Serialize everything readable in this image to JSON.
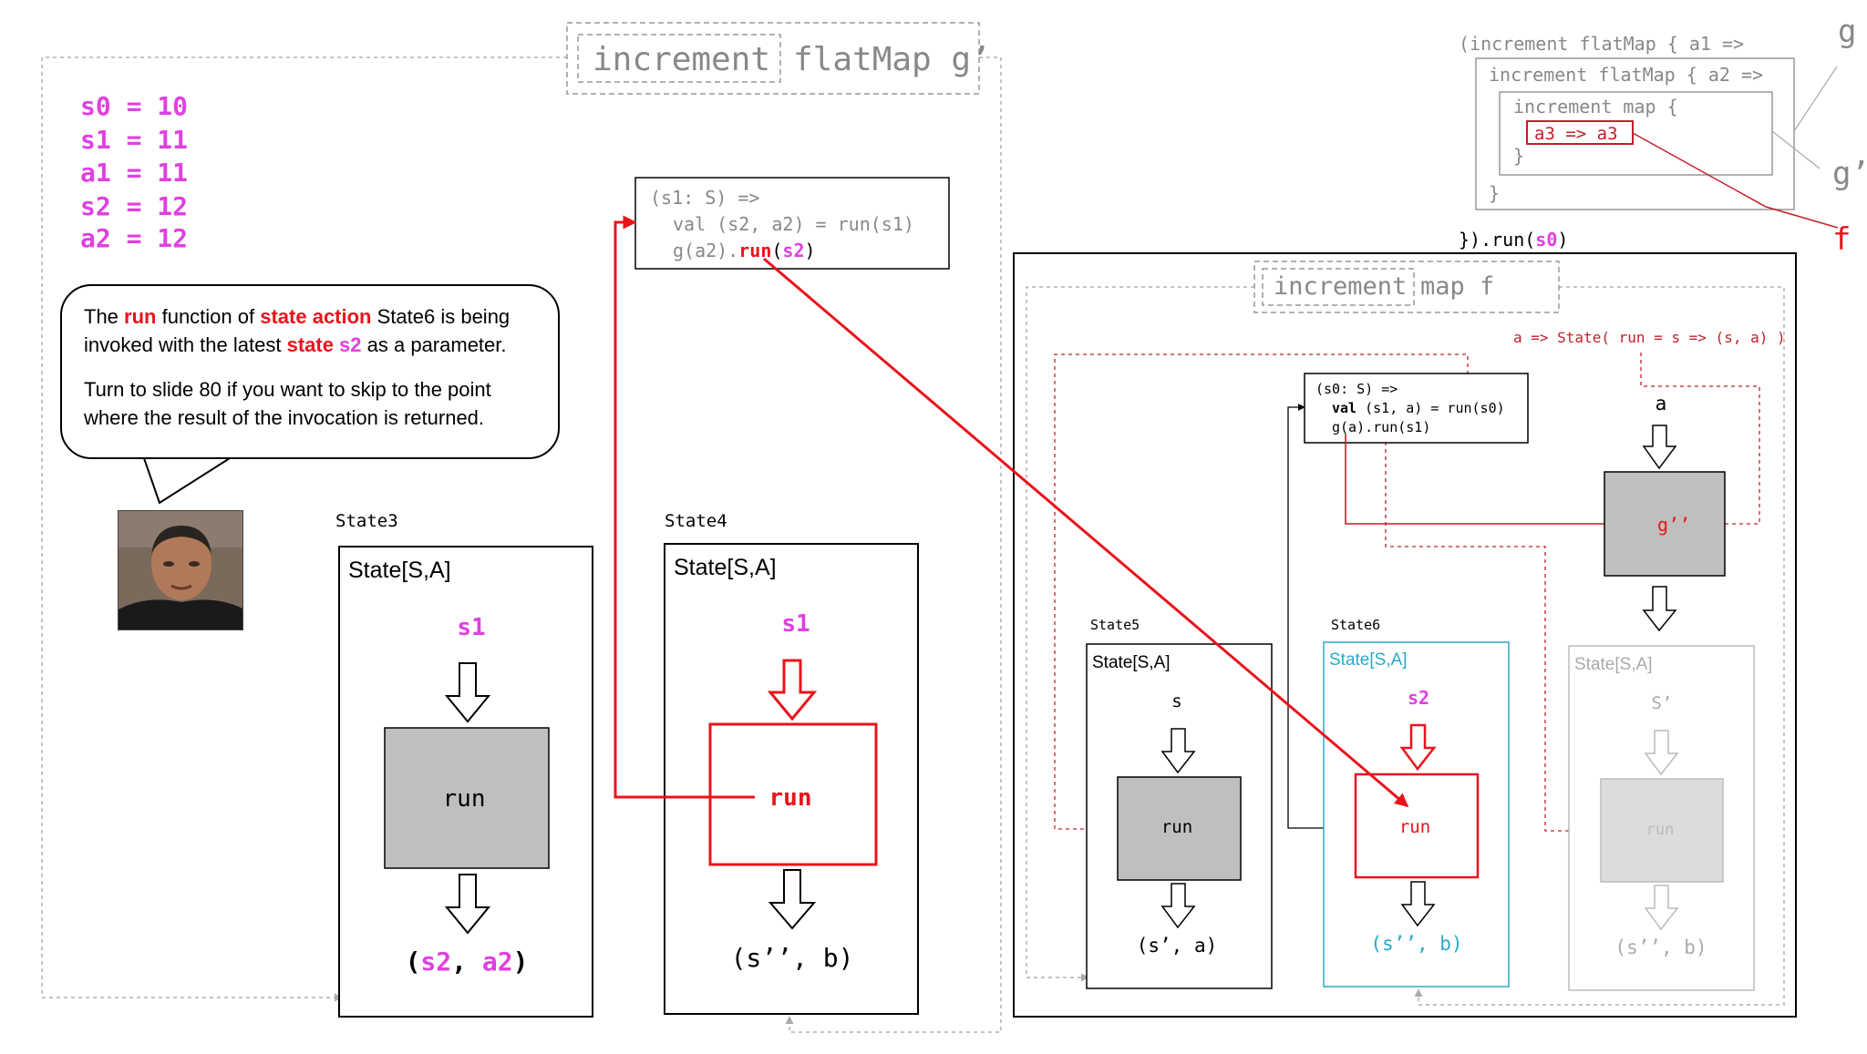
{
  "top_label": {
    "left": "increment",
    "right": "flatMap g’"
  },
  "variables": [
    {
      "line": "s0 = 10"
    },
    {
      "line": "s1 = 11"
    },
    {
      "line": "a1 = 11"
    },
    {
      "line": "s2 = 12"
    },
    {
      "line": "a2 = 12"
    }
  ],
  "bubble": {
    "p1_a": "The ",
    "p1_run": "run",
    "p1_b": " function of ",
    "p1_state_action": "state action",
    "p1_c": " State6 is being invoked with the latest ",
    "p1_state": "state",
    "p1_s2": " s2",
    "p1_d": " as a parameter.",
    "p2": "Turn to slide 80 if you want to skip to the point where the result of the invocation is returned."
  },
  "code_box": {
    "line1": "(s1: S) =>",
    "line2": "val (s2, a2) = run(s1)",
    "line3_a": "g(a2).",
    "line3_run": "run",
    "line3_paren_open": "(",
    "line3_s2": "s2",
    "line3_paren_close": ")"
  },
  "state3": {
    "caption": "State3",
    "title": "State[S,A]",
    "input": "s1",
    "fn": "run",
    "out_open": "(",
    "out_s": "s2",
    "out_comma": ", ",
    "out_a": "a2",
    "out_close": ")"
  },
  "state4": {
    "caption": "State4",
    "title": "State[S,A]",
    "input": "s1",
    "fn": "run",
    "output": "(s’’, b)"
  },
  "top_right_code": {
    "line1": "(increment flatMap { a1 =>",
    "line2": "increment flatMap { a2 =>",
    "line3": "increment map {",
    "line4": "a3 => a3",
    "line5": "}",
    "line6": "}",
    "line7_a": "}).run(",
    "line7_s0": "s0",
    "line7_b": ")",
    "label_g": "g",
    "label_g_prime": "g’",
    "label_f": "f"
  },
  "right_panel": {
    "label_left": "increment",
    "label_right": "map f",
    "lambda": "a => State( run = s => (s, a) )",
    "code1": "(s0: S) =>",
    "code2_kw": "val",
    "code2_rest": " (s1, a) = run(s0)",
    "code3": "g(a).run(s1)",
    "a_label": "a",
    "g_dprime": "g’’",
    "state5": {
      "caption": "State5",
      "title": "State[S,A]",
      "input": "s",
      "fn": "run",
      "output": "(s’, a)"
    },
    "state6": {
      "caption": "State6",
      "title": "State[S,A]",
      "input": "s2",
      "fn": "run",
      "output": "(s’’, b)"
    },
    "state7": {
      "title": "State[S,A]",
      "input": "S’",
      "fn": "run",
      "output": "(s’’, b)"
    }
  },
  "colors": {
    "red": "#e8141c",
    "magenta": "#e040e0",
    "teal": "#2aa9c9",
    "dark_red": "#c0202a",
    "gray_box": "#bfbfbf",
    "light_gray": "#b0b0b0"
  }
}
